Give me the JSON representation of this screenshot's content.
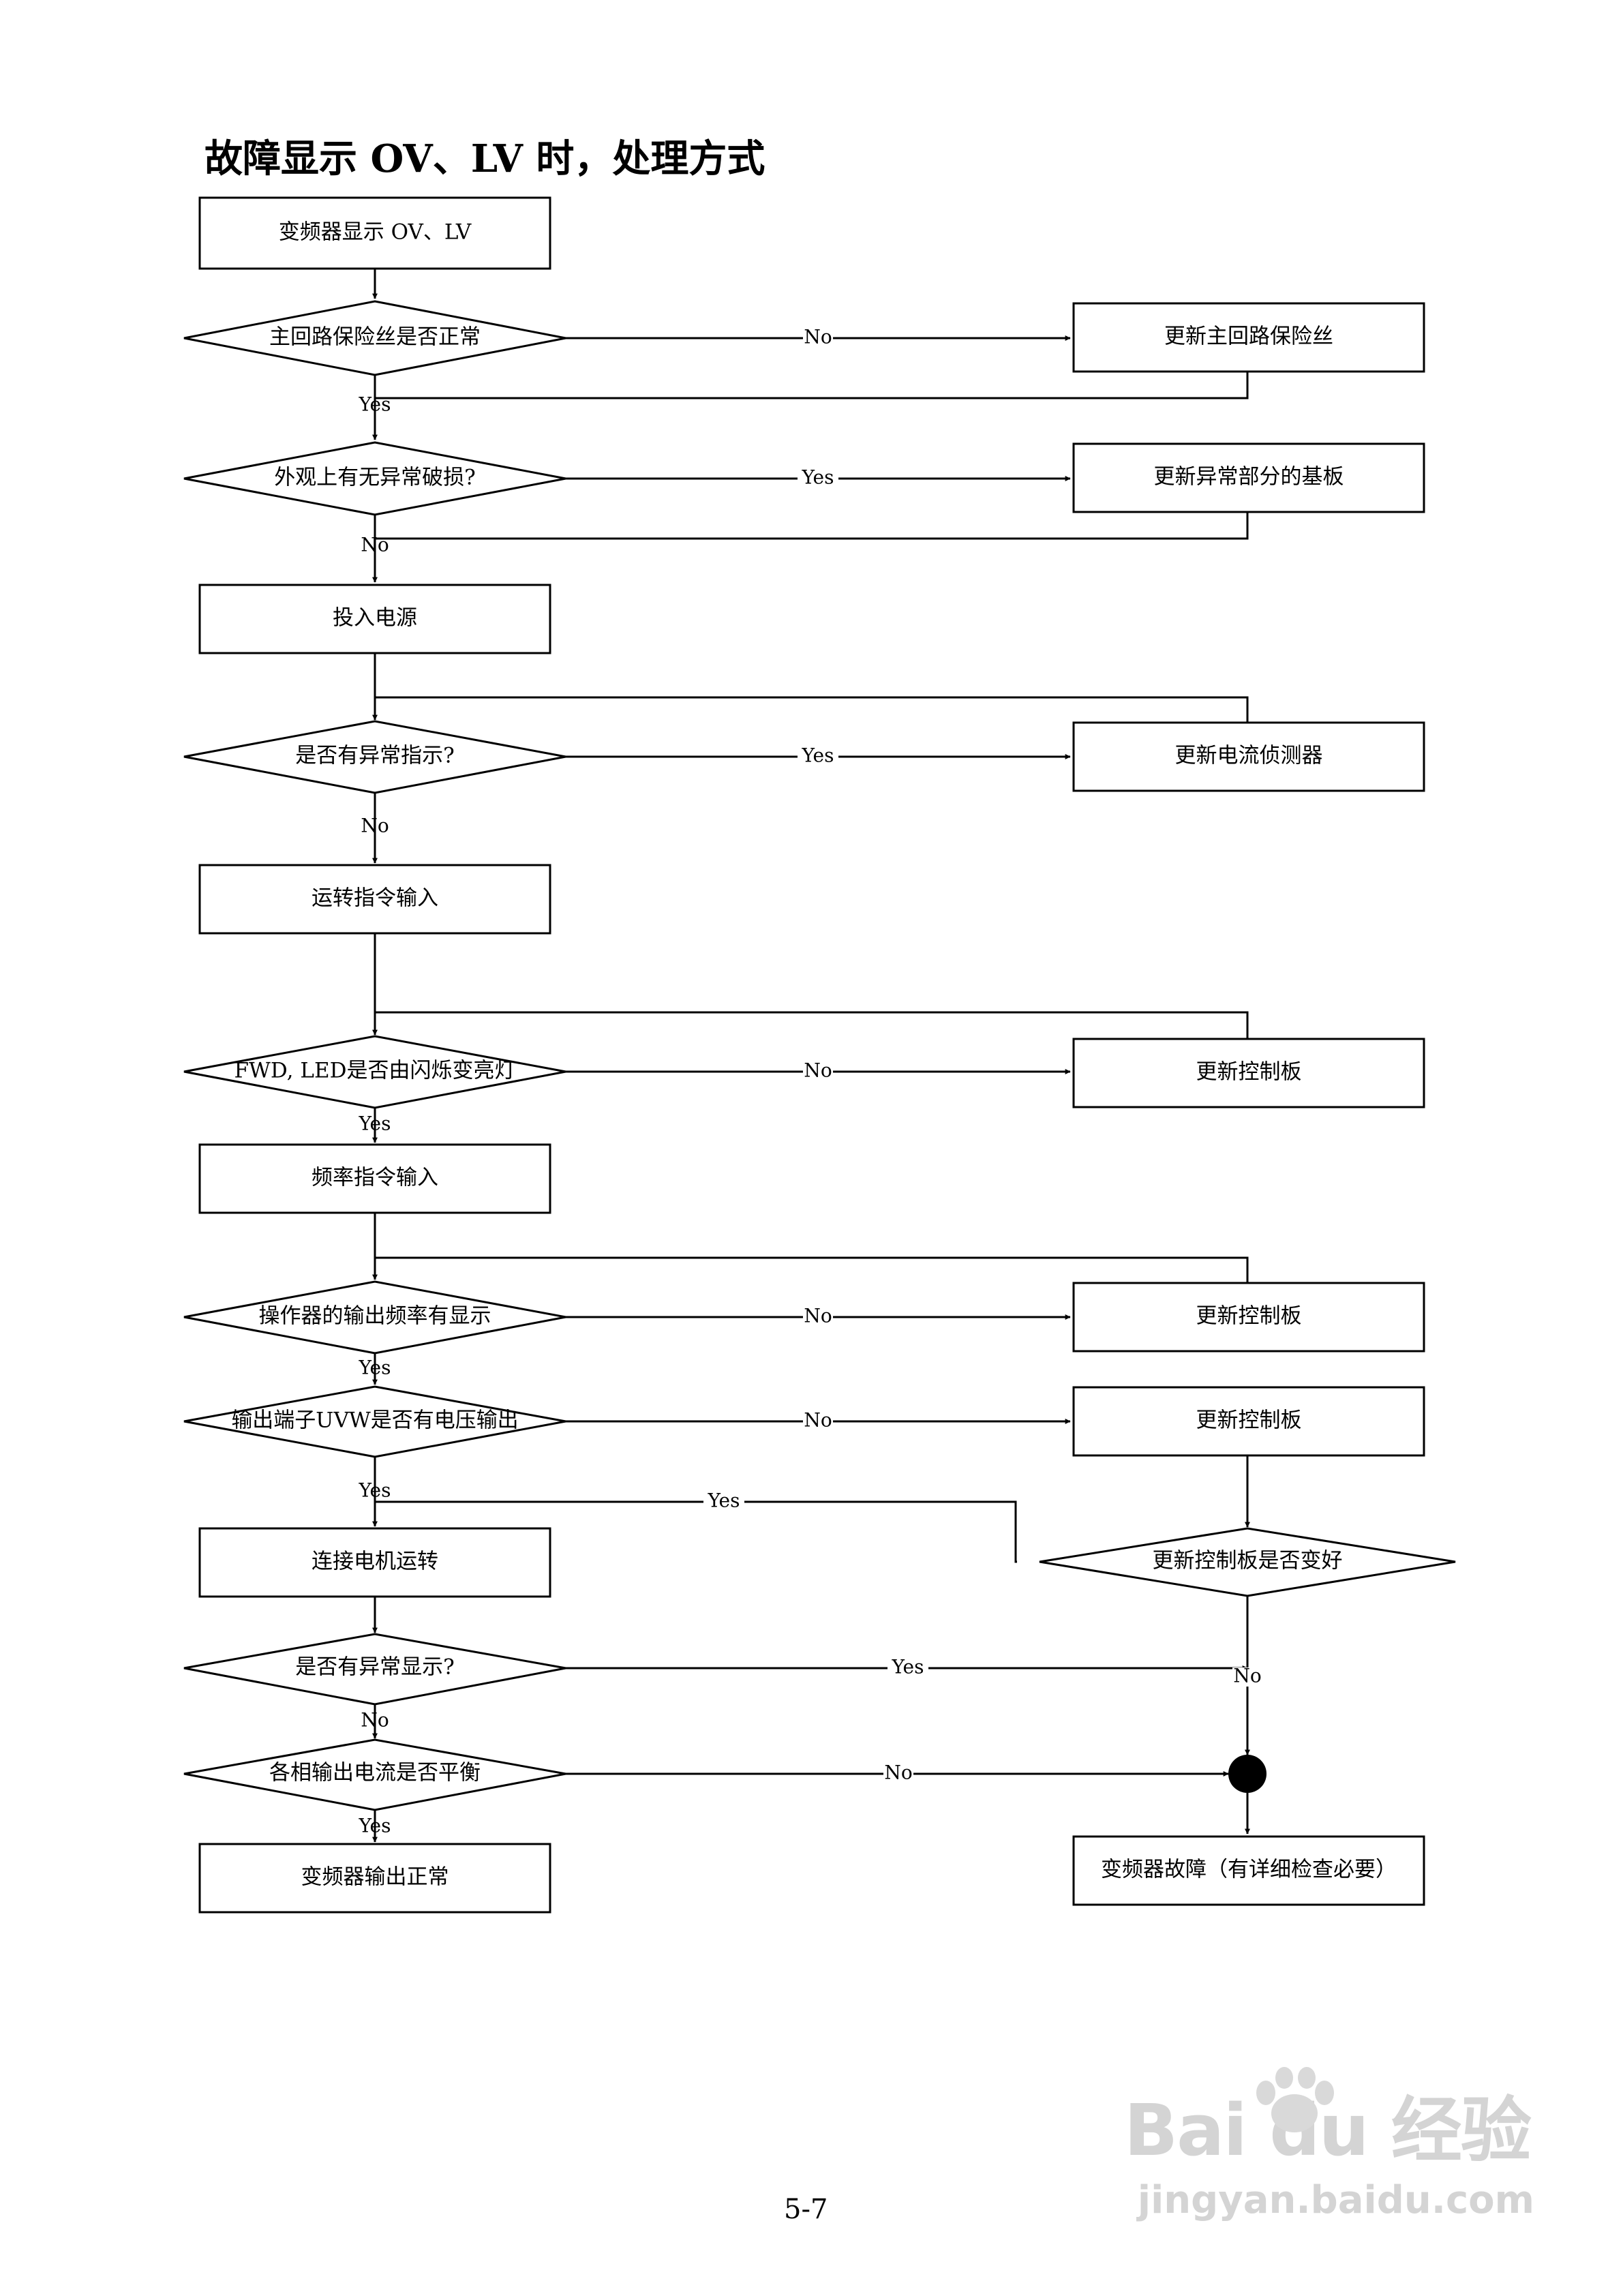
{
  "title": "故障显示 OV、LV 时，处理方式",
  "page_number": "5-7",
  "watermark": {
    "brand": "Bai du 经验",
    "site": "jingyan.baidu.com"
  },
  "nodes": {
    "start": "变频器显示 OV、LV",
    "q_fuse": "主回路保险丝是否正常",
    "a_fuse": "更新主回路保险丝",
    "q_damage": "外观上有无异常破损?",
    "a_damage": "更新异常部分的基板",
    "power_on": "投入电源",
    "q_abnormal_ind": "是否有异常指示?",
    "a_current_detector": "更新电流侦测器",
    "run_cmd": "运转指令输入",
    "q_fwd_led": "FWD, LED是否由闪烁变亮灯",
    "a_ctrl_board_1": "更新控制板",
    "freq_cmd": "频率指令输入",
    "q_operator_freq": "操作器的输出频率有显示",
    "a_ctrl_board_2": "更新控制板",
    "q_uvw_voltage": "输出端子UVW是否有电压输出",
    "a_ctrl_board_3": "更新控制板",
    "q_ctrl_board_ok": "更新控制板是否变好",
    "connect_motor": "连接电机运转",
    "q_abnormal_disp": "是否有异常显示?",
    "q_balanced": "各相输出电流是否平衡",
    "end_ok": "变频器输出正常",
    "end_fault": "变频器故障（有详细检查必要）"
  },
  "labels": {
    "yes": "Yes",
    "no": "No"
  }
}
